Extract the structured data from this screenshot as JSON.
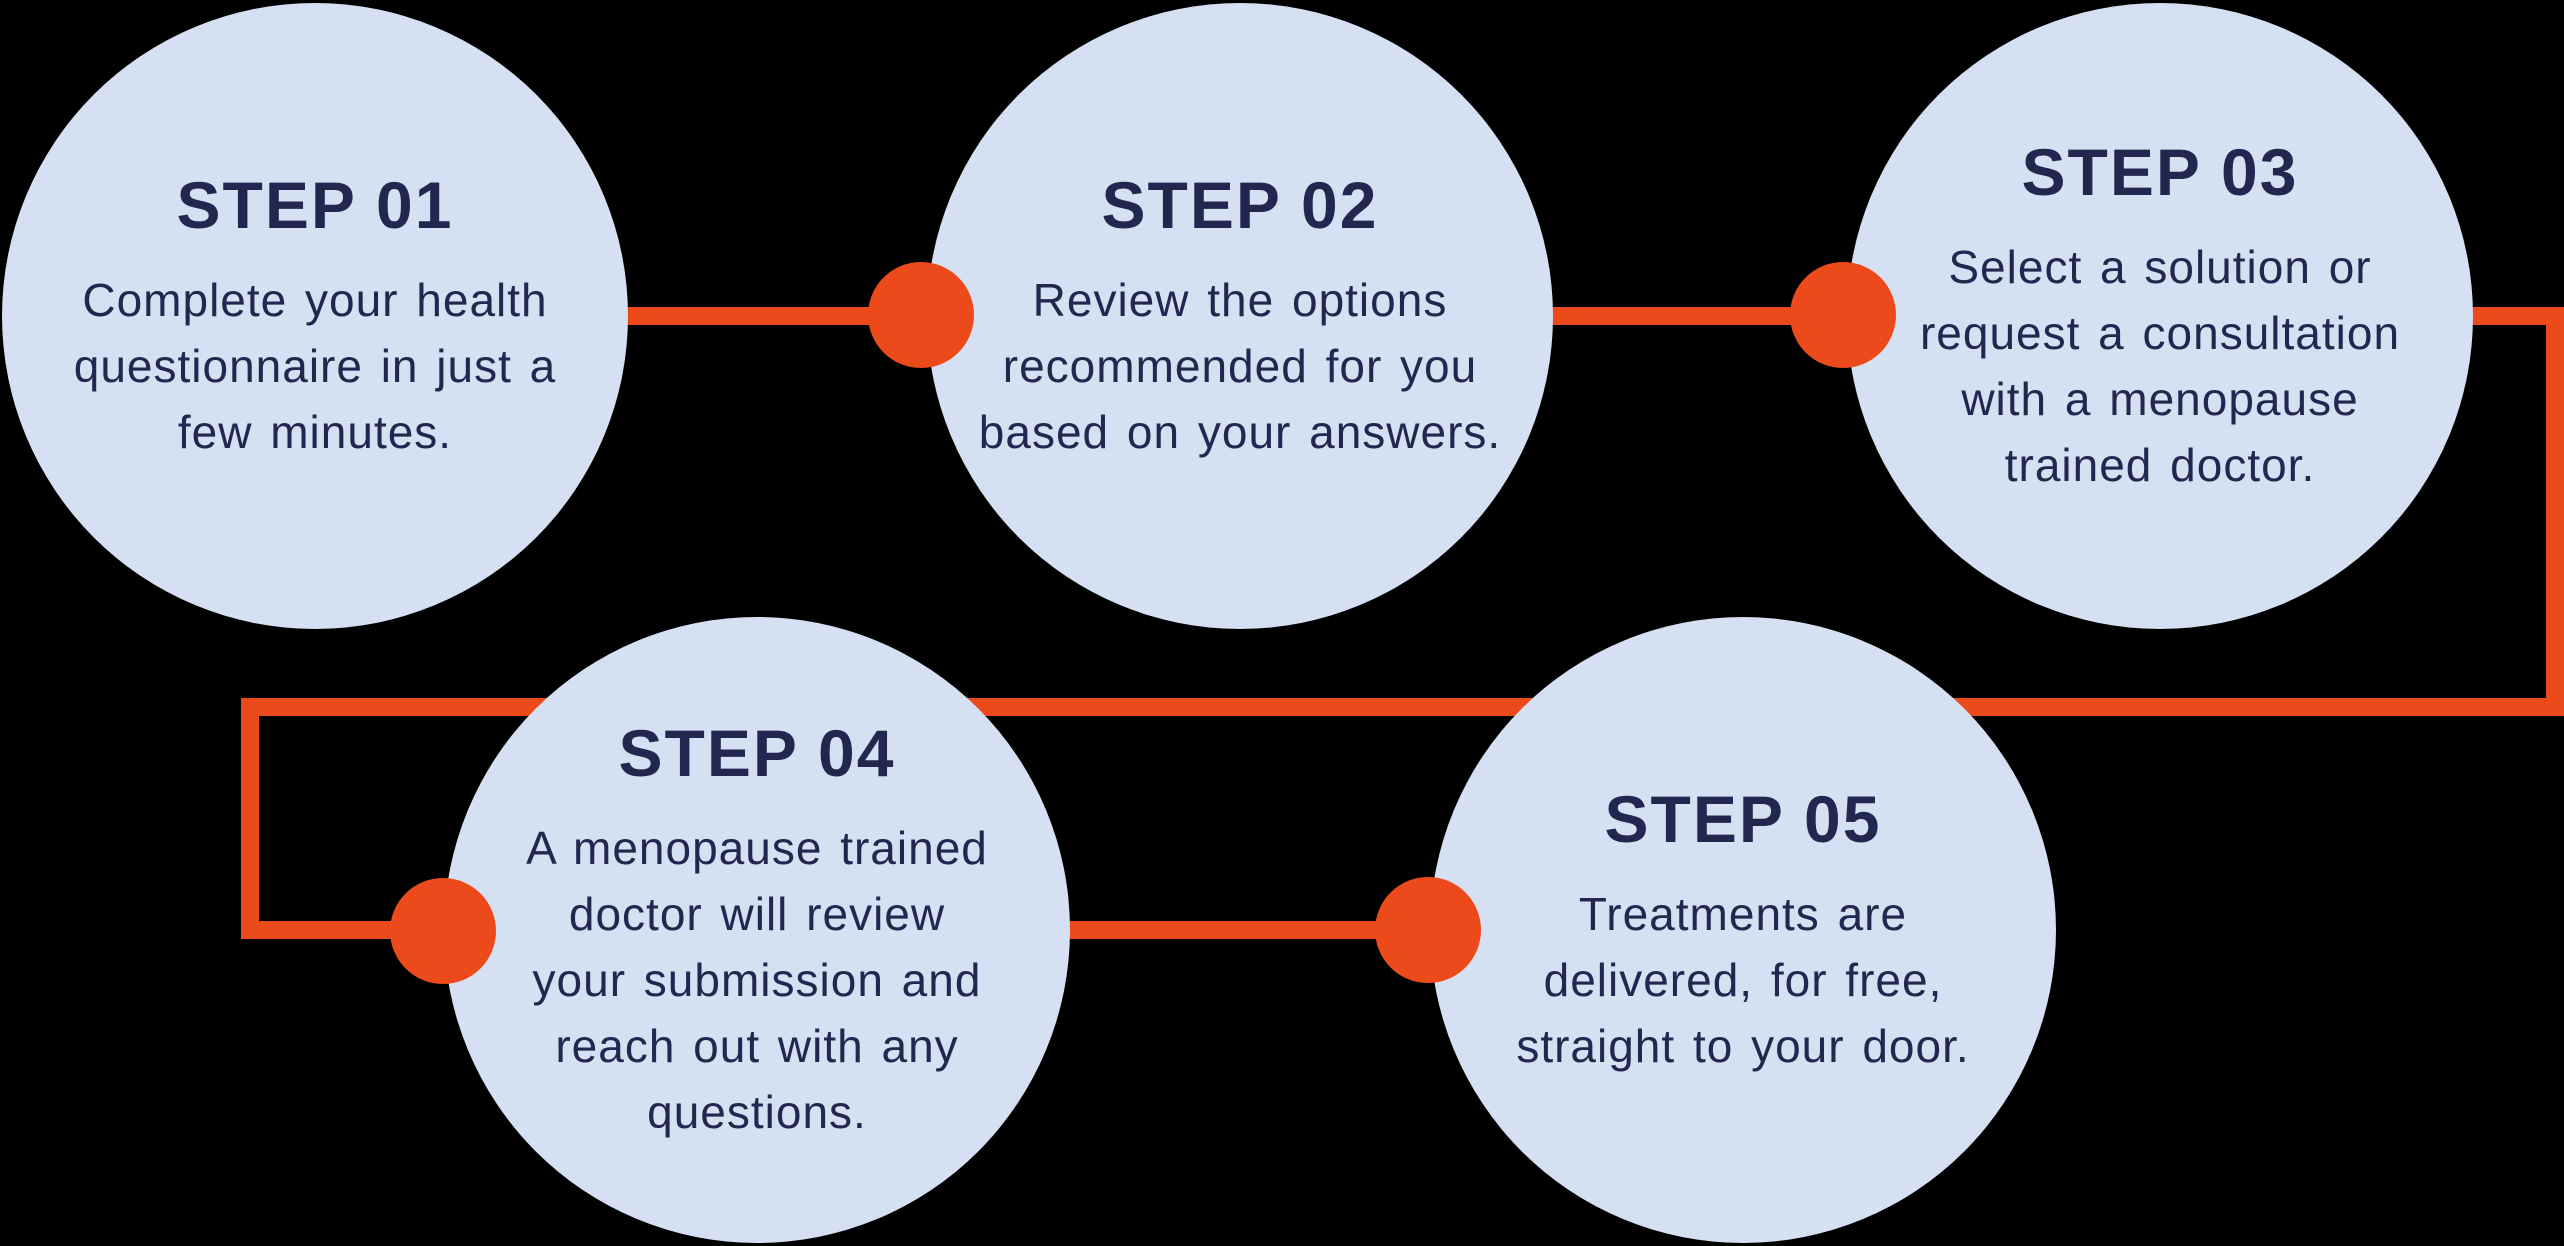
{
  "colors": {
    "background": "#000000",
    "circle_fill": "#D5E0F2",
    "text_navy": "#222750",
    "connector_orange": "#ED4A1B"
  },
  "steps": [
    {
      "title": "STEP 01",
      "lines": [
        "Complete your health",
        "questionnaire in just a",
        "few minutes."
      ]
    },
    {
      "title": "STEP 02",
      "lines": [
        "Review the options",
        "recommended for you",
        "based on your answers."
      ]
    },
    {
      "title": "STEP 03",
      "lines": [
        "Select a solution or",
        "request a consultation",
        "with a menopause",
        "trained doctor."
      ]
    },
    {
      "title": "STEP 04",
      "lines": [
        "A menopause trained",
        "doctor will review",
        "your submission and",
        "reach out with any",
        "questions."
      ]
    },
    {
      "title": "STEP 05",
      "lines": [
        "Treatments are",
        "delivered, for free,",
        "straight to your door."
      ]
    }
  ]
}
